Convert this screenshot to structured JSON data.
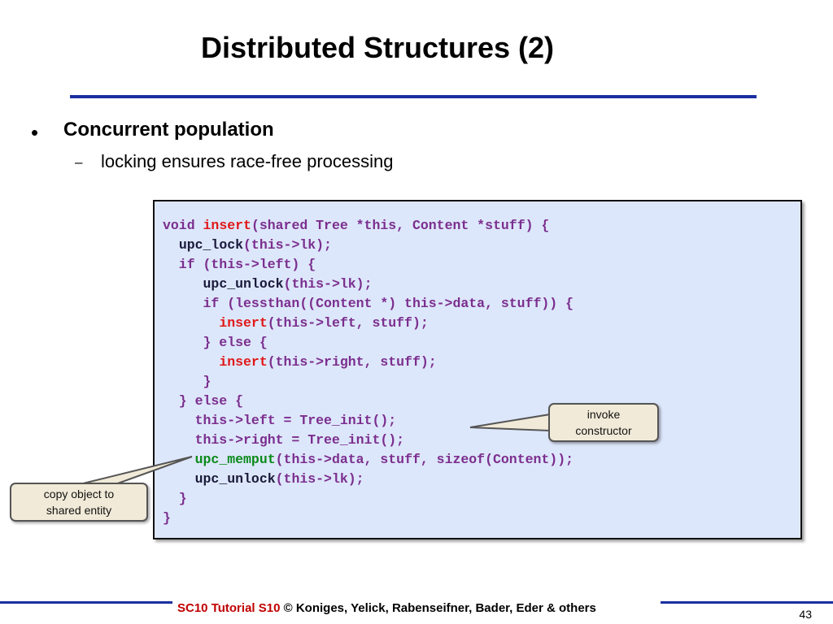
{
  "slide": {
    "title": "Distributed Structures (2)",
    "bullet": "Concurrent population",
    "bullet_marker": "•",
    "sub_dash": "–",
    "sub_bullet": "locking ensures race-free processing"
  },
  "code": {
    "lines": [
      [
        {
          "t": "void ",
          "c": "p"
        },
        {
          "t": "insert",
          "c": "r"
        },
        {
          "t": "(shared Tree *this, Content *stuff) {",
          "c": "p"
        }
      ],
      [
        {
          "t": "  ",
          "c": "p"
        },
        {
          "t": "upc_lock",
          "c": "d"
        },
        {
          "t": "(this->lk);",
          "c": "p"
        }
      ],
      [
        {
          "t": "  if (this->left) {",
          "c": "p"
        }
      ],
      [
        {
          "t": "     ",
          "c": "p"
        },
        {
          "t": "upc_unlock",
          "c": "d"
        },
        {
          "t": "(this->lk);",
          "c": "p"
        }
      ],
      [
        {
          "t": "     if (lessthan((Content *) this->data, stuff)) {",
          "c": "p"
        }
      ],
      [
        {
          "t": "       ",
          "c": "p"
        },
        {
          "t": "insert",
          "c": "r"
        },
        {
          "t": "(this->left, stuff);",
          "c": "p"
        }
      ],
      [
        {
          "t": "     } else {",
          "c": "p"
        }
      ],
      [
        {
          "t": "       ",
          "c": "p"
        },
        {
          "t": "insert",
          "c": "r"
        },
        {
          "t": "(this->right, stuff);",
          "c": "p"
        }
      ],
      [
        {
          "t": "     }",
          "c": "p"
        }
      ],
      [
        {
          "t": "  } else {",
          "c": "p"
        }
      ],
      [
        {
          "t": "    this->left = Tree_init();",
          "c": "p"
        }
      ],
      [
        {
          "t": "    this->right = Tree_init();",
          "c": "p"
        }
      ],
      [
        {
          "t": "    ",
          "c": "p"
        },
        {
          "t": "upc_memput",
          "c": "g"
        },
        {
          "t": "(this->data, stuff, sizeof(Content));",
          "c": "p"
        }
      ],
      [
        {
          "t": "    ",
          "c": "p"
        },
        {
          "t": "upc_unlock",
          "c": "d"
        },
        {
          "t": "(this->lk);",
          "c": "p"
        }
      ],
      [
        {
          "t": "  }",
          "c": "p"
        }
      ],
      [
        {
          "t": "}",
          "c": "p"
        }
      ]
    ]
  },
  "callouts": {
    "invoke": [
      "invoke",
      "constructor"
    ],
    "copy": [
      "copy object to",
      "shared entity"
    ]
  },
  "footer": {
    "course": "SC10 Tutorial S10",
    "credit": "© Koniges, Yelick, Rabenseifner, Bader, Eder & others",
    "page": "43"
  },
  "colors": {
    "accent": "#1a2fa0",
    "code_bg": "#dde7fb",
    "code_default": "#7b2e8e",
    "keyword_red": "#e01818",
    "keyword_dark": "#1a1a3a",
    "keyword_green": "#0a8a1a",
    "callout_bg": "#f1ead8"
  }
}
